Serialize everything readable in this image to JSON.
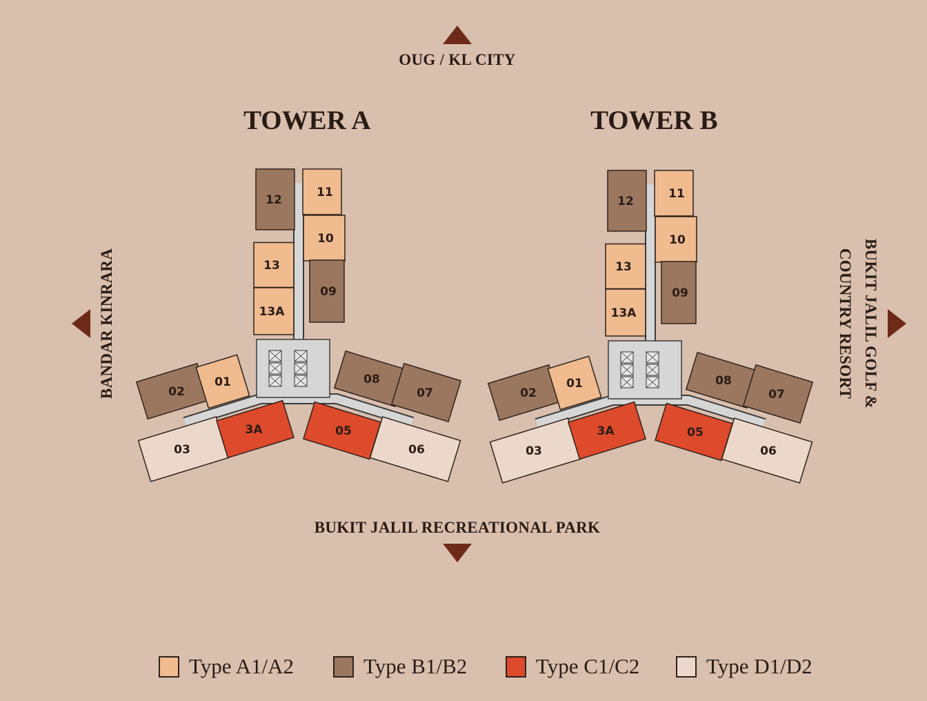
{
  "directions": {
    "north": "OUG / KL CITY",
    "south": "BUKIT JALIL RECREATIONAL PARK",
    "west": "BANDAR KINRARA",
    "east_line1": "BUKIT JALIL GOLF &",
    "east_line2": "COUNTRY RESORT"
  },
  "colors": {
    "background": "#d9bfae",
    "arrow": "#6e2a18",
    "corridor": "#d6d6d6",
    "type_a": "#efbb8f",
    "type_b": "#9b7760",
    "type_c": "#dd4a2c",
    "type_d": "#ecd8ca"
  },
  "towers": [
    {
      "title": "TOWER A"
    },
    {
      "title": "TOWER B"
    }
  ],
  "units": [
    {
      "label": "12",
      "type": "b"
    },
    {
      "label": "11",
      "type": "a"
    },
    {
      "label": "10",
      "type": "a"
    },
    {
      "label": "13",
      "type": "a"
    },
    {
      "label": "09",
      "type": "b"
    },
    {
      "label": "13A",
      "type": "a"
    },
    {
      "label": "02",
      "type": "b"
    },
    {
      "label": "01",
      "type": "a"
    },
    {
      "label": "08",
      "type": "b"
    },
    {
      "label": "07",
      "type": "b"
    },
    {
      "label": "03",
      "type": "d"
    },
    {
      "label": "3A",
      "type": "c"
    },
    {
      "label": "05",
      "type": "c"
    },
    {
      "label": "06",
      "type": "d"
    }
  ],
  "legend": [
    {
      "label": "Type A1/A2",
      "type": "a"
    },
    {
      "label": "Type B1/B2",
      "type": "b"
    },
    {
      "label": "Type C1/C2",
      "type": "c"
    },
    {
      "label": "Type D1/D2",
      "type": "d"
    }
  ]
}
